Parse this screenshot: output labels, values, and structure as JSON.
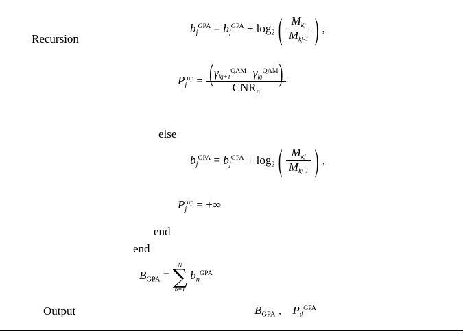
{
  "document": {
    "type": "algorithm-pseudocode-block",
    "rows": [
      {
        "name": "recursion-label",
        "text": "Recursion"
      },
      {
        "name": "else-keyword",
        "text": "else"
      },
      {
        "name": "end-keyword-inner",
        "text": "end"
      },
      {
        "name": "end-keyword-outer",
        "text": "end"
      },
      {
        "name": "output-label",
        "text": "Output"
      }
    ]
  },
  "equations": {
    "eq1": {
      "lhs_base": "b",
      "lhs_sub": "j",
      "lhs_sup": "GPA",
      "equals": "=",
      "rhs_base": "b",
      "rhs_sub": "j",
      "rhs_sup": "GPA",
      "plus": "+",
      "log": "log",
      "log_base": "2",
      "frac_num_base": "M",
      "frac_num_sub": "k",
      "frac_num_subsub": "j",
      "frac_den_base": "M",
      "frac_den_sub": "k",
      "frac_den_subsub": "j-1",
      "trailing": ","
    },
    "eq2": {
      "lhs_base": "P",
      "lhs_sub": "j",
      "lhs_sup": "up",
      "equals": "=",
      "num_term1_base": "γ",
      "num_term1_sub": "k",
      "num_term1_subsub": "j+1",
      "num_term1_sup": "QAM",
      "minus": "−",
      "num_term2_base": "γ",
      "num_term2_sub": "k",
      "num_term2_subsub": "j",
      "num_term2_sup": "QAM",
      "den_base": "CNR",
      "den_sub": "n"
    },
    "eq3": {
      "lhs_base": "b",
      "lhs_sub": "j",
      "lhs_sup": "GPA",
      "equals": "=",
      "rhs_base": "b",
      "rhs_sub": "j",
      "rhs_sup": "GPA",
      "plus": "+",
      "log": "log",
      "log_base": "2",
      "frac_num_base": "M",
      "frac_num_sub": "k",
      "frac_num_subsub": "j",
      "frac_den_base": "M",
      "frac_den_sub": "k",
      "frac_den_subsub": "j-1",
      "trailing": ","
    },
    "eq4": {
      "lhs_base": "P",
      "lhs_sub": "j",
      "lhs_sup": "up",
      "equals": "=",
      "rhs": "+∞"
    },
    "eq5": {
      "lhs_base": "B",
      "lhs_sub": "GPA",
      "equals": "=",
      "sum_upper": "N",
      "sum_symbol": "∑",
      "sum_lower": "n=1",
      "term_base": "b",
      "term_sub": "n",
      "term_sup": "GPA"
    },
    "eq6": {
      "term1_base": "B",
      "term1_sub": "GPA",
      "comma": ",",
      "term2_base": "P",
      "term2_sub": "d",
      "term2_sup": "GPA"
    }
  }
}
